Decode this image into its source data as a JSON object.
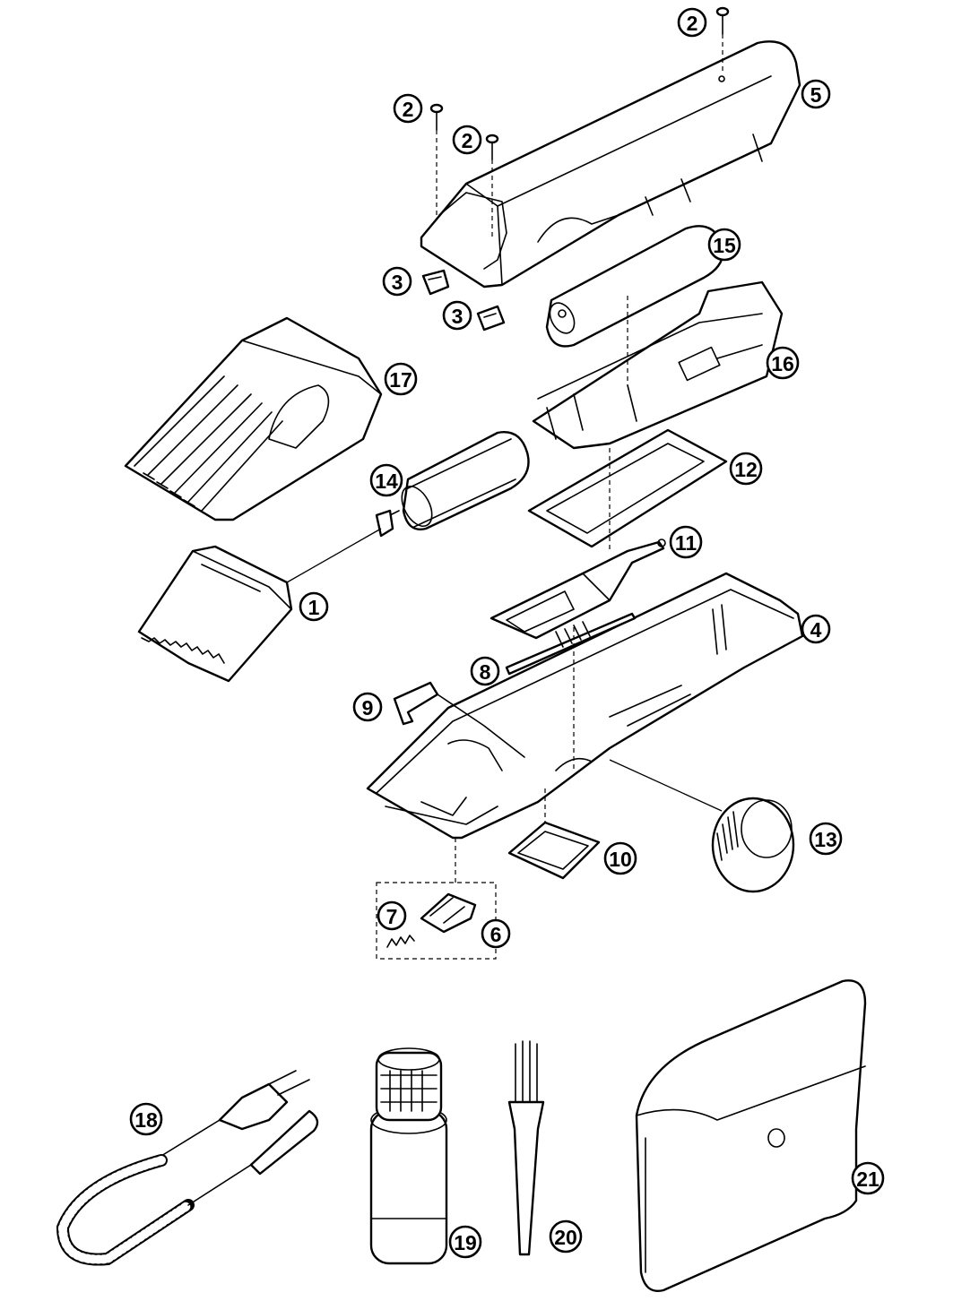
{
  "callouts": [
    {
      "id": "c1",
      "label": "1"
    },
    {
      "id": "c2a",
      "label": "2"
    },
    {
      "id": "c2b",
      "label": "2"
    },
    {
      "id": "c2c",
      "label": "2"
    },
    {
      "id": "c3a",
      "label": "3"
    },
    {
      "id": "c3b",
      "label": "3"
    },
    {
      "id": "c4",
      "label": "4"
    },
    {
      "id": "c5",
      "label": "5"
    },
    {
      "id": "c6",
      "label": "6"
    },
    {
      "id": "c7",
      "label": "7"
    },
    {
      "id": "c8",
      "label": "8"
    },
    {
      "id": "c9",
      "label": "9"
    },
    {
      "id": "c10",
      "label": "10"
    },
    {
      "id": "c11",
      "label": "11"
    },
    {
      "id": "c12",
      "label": "12"
    },
    {
      "id": "c13",
      "label": "13"
    },
    {
      "id": "c14",
      "label": "14"
    },
    {
      "id": "c15",
      "label": "15"
    },
    {
      "id": "c16",
      "label": "16"
    },
    {
      "id": "c17",
      "label": "17"
    },
    {
      "id": "c18",
      "label": "18"
    },
    {
      "id": "c19",
      "label": "19"
    },
    {
      "id": "c20",
      "label": "20"
    },
    {
      "id": "c21",
      "label": "21"
    }
  ],
  "colors": {
    "line": "#000000",
    "background": "#ffffff"
  }
}
